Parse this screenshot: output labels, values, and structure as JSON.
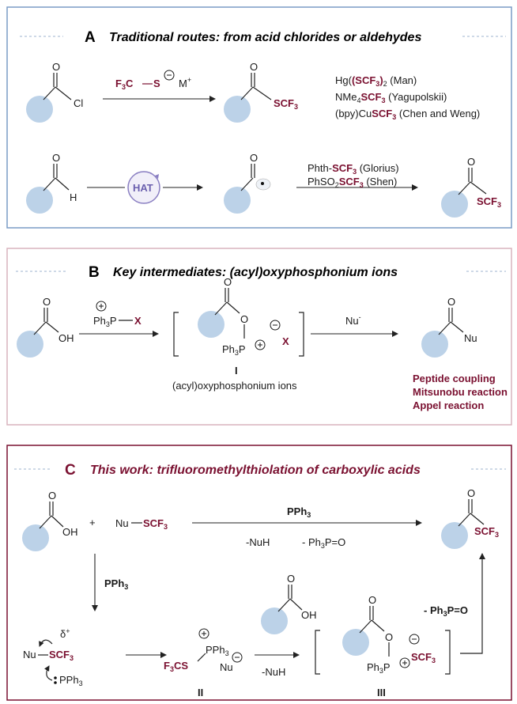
{
  "colors": {
    "panel_a_border": "#7a9cc6",
    "panel_b_border": "#d9b3bd",
    "panel_c_border": "#7a1030",
    "highlight": "#7a1030",
    "substituent": "#bcd2e8",
    "hat_ring": "#8a7fc2"
  },
  "panel_a": {
    "letter": "A",
    "title": "Traditional routes: from acid chlorides or aldehydes",
    "reagent_main": "F",
    "reagent_c": "C",
    "reagent_s": "S",
    "reagent_m": "M",
    "sub3": "3",
    "sub2": "2",
    "sub4": "4",
    "cl": "Cl",
    "o": "O",
    "h": "H",
    "scf3": "SCF",
    "ref1_pre": "Hg(",
    "ref1_post": ")",
    "ref1_name": "(Man)",
    "ref2_pre": "NMe",
    "ref2_name": "(Yagupolskii)",
    "ref3_pre": "(bpy)Cu",
    "ref3_name": "(Chen and Weng)",
    "hat": "HAT",
    "ref4_pre": "Phth-",
    "ref4_name": "(Glorius)",
    "ref5_pre": "PhSO",
    "ref5_name": "(Shen)"
  },
  "panel_b": {
    "letter": "B",
    "title": "Key intermediates: (acyl)oxyphosphonium ions",
    "oh": "OH",
    "ph3p": "Ph",
    "p": "P",
    "x": "X",
    "nu_minus": "Nu",
    "nu": "Nu",
    "intermediate_label": "I",
    "intermediate_name": "(acyl)oxyphosphonium ions",
    "app1": "Peptide coupling",
    "app2": "Mitsunobu reaction",
    "app3": "Appel reaction"
  },
  "panel_c": {
    "letter": "C",
    "title": "This work: trifluoromethylthiolation of carboxylic acids",
    "plus": "+",
    "nu_scf3": "Nu",
    "pph3": "PPh",
    "minus_nuh": "-NuH",
    "minus_ph3po": "- Ph",
    "po": "P=O",
    "delta": "δ",
    "f3cs": "F",
    "cs": "CS",
    "label_ii": "II",
    "label_iii": "III"
  }
}
